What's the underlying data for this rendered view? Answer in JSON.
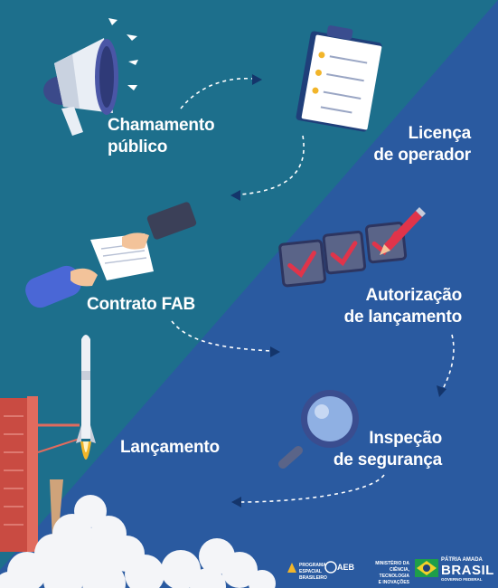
{
  "steps": {
    "chamamento": {
      "line1": "Chamamento",
      "line2": "público"
    },
    "licenca": {
      "line1": "Licença",
      "line2": "de operador"
    },
    "contrato": {
      "label": "Contrato FAB"
    },
    "autorizacao": {
      "line1": "Autorização",
      "line2": "de lançamento"
    },
    "inspecao": {
      "line1": "Inspeção",
      "line2": "de segurança"
    },
    "lancamento": {
      "label": "Lançamento"
    }
  },
  "footer": {
    "programa": {
      "line1": "PROGRAMA",
      "line2": "ESPACIAL",
      "line3": "BRASILEIRO"
    },
    "aeb": "AEB",
    "ministerio": {
      "line1": "MINISTÉRIO DA",
      "line2": "CIÊNCIA, TECNOLOGIA",
      "line3": "E INOVAÇÕES"
    },
    "patria": "PÁTRIA AMADA",
    "brasil": "BRASIL",
    "governo": "GOVERNO FEDERAL"
  },
  "colors": {
    "teal": "#1d6f8c",
    "blue": "#2a5aa0",
    "white": "#ffffff",
    "red_check": "#e0344a",
    "navy_arrow": "#14356b"
  },
  "icons": [
    "megaphone-icon",
    "clipboard-icon",
    "handshake-document-icon",
    "checkbox-icon",
    "pencil-icon",
    "magnifier-icon",
    "rocket-icon",
    "launch-tower-icon",
    "smoke-cloud-icon"
  ]
}
